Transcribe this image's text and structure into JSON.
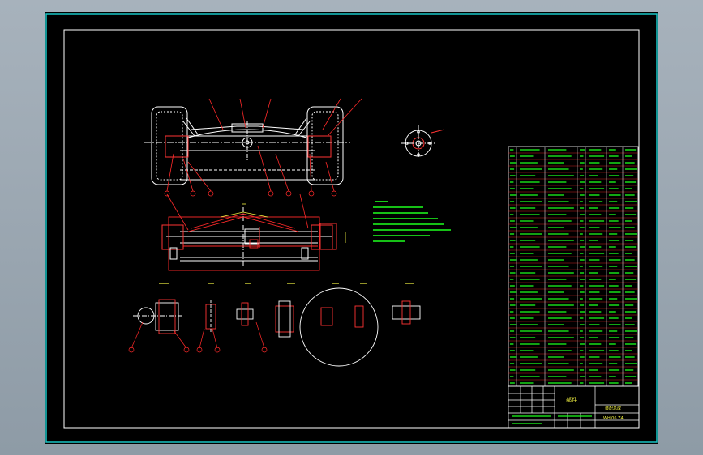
{
  "title_block": {
    "part_name": "部件",
    "drawing_title": "装配总成",
    "drawing_number": "WHJ06.Z4"
  },
  "colors": {
    "background": "#000000",
    "sheet_border": "#19c6c6",
    "drawing_lines": "#ffffff",
    "leader_lines": "#ff2a2a",
    "notes_text": "#1dff1d",
    "dimension_text": "#f5f542"
  }
}
